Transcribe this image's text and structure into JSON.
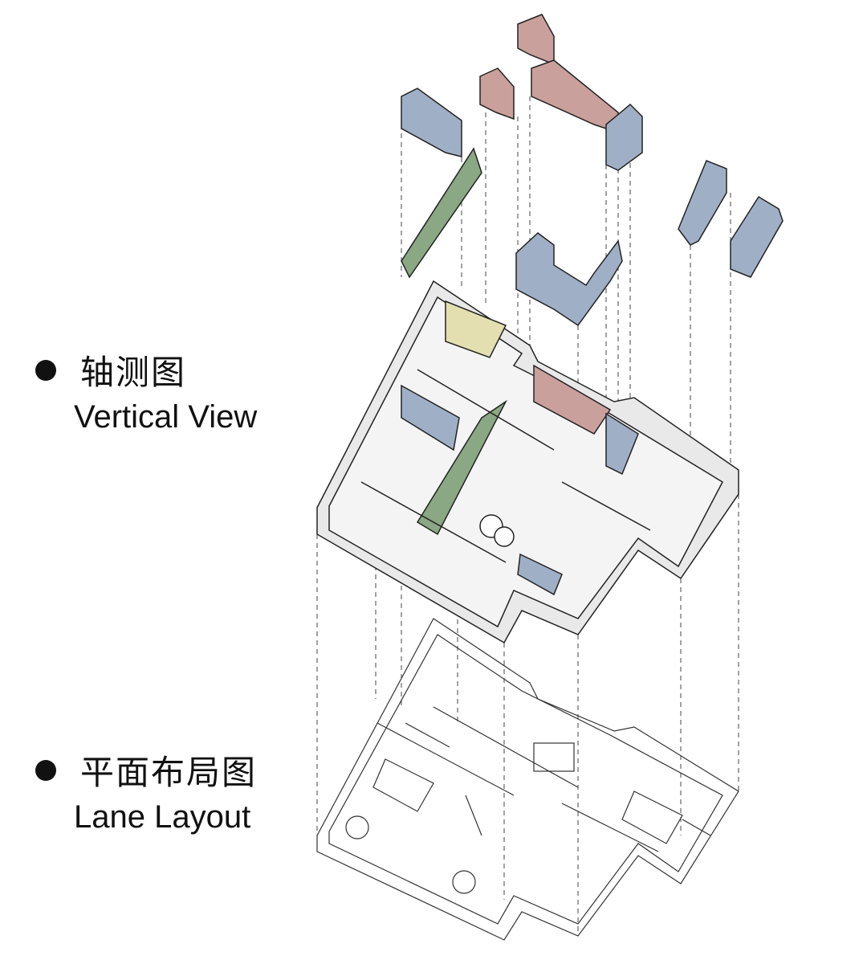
{
  "legend": {
    "vertical": {
      "label_zh": "轴测图",
      "label_en": "Vertical View"
    },
    "plan": {
      "label_zh": "平面布局图",
      "label_en": "Lane Layout"
    }
  },
  "colors": {
    "storage_blue": "#9fb0c6",
    "storage_pink": "#caa09c",
    "panel_green": "#8aa883",
    "cabinet_yellow": "#e3dfb0",
    "wall": "#e9e9e9",
    "line": "#222222"
  }
}
